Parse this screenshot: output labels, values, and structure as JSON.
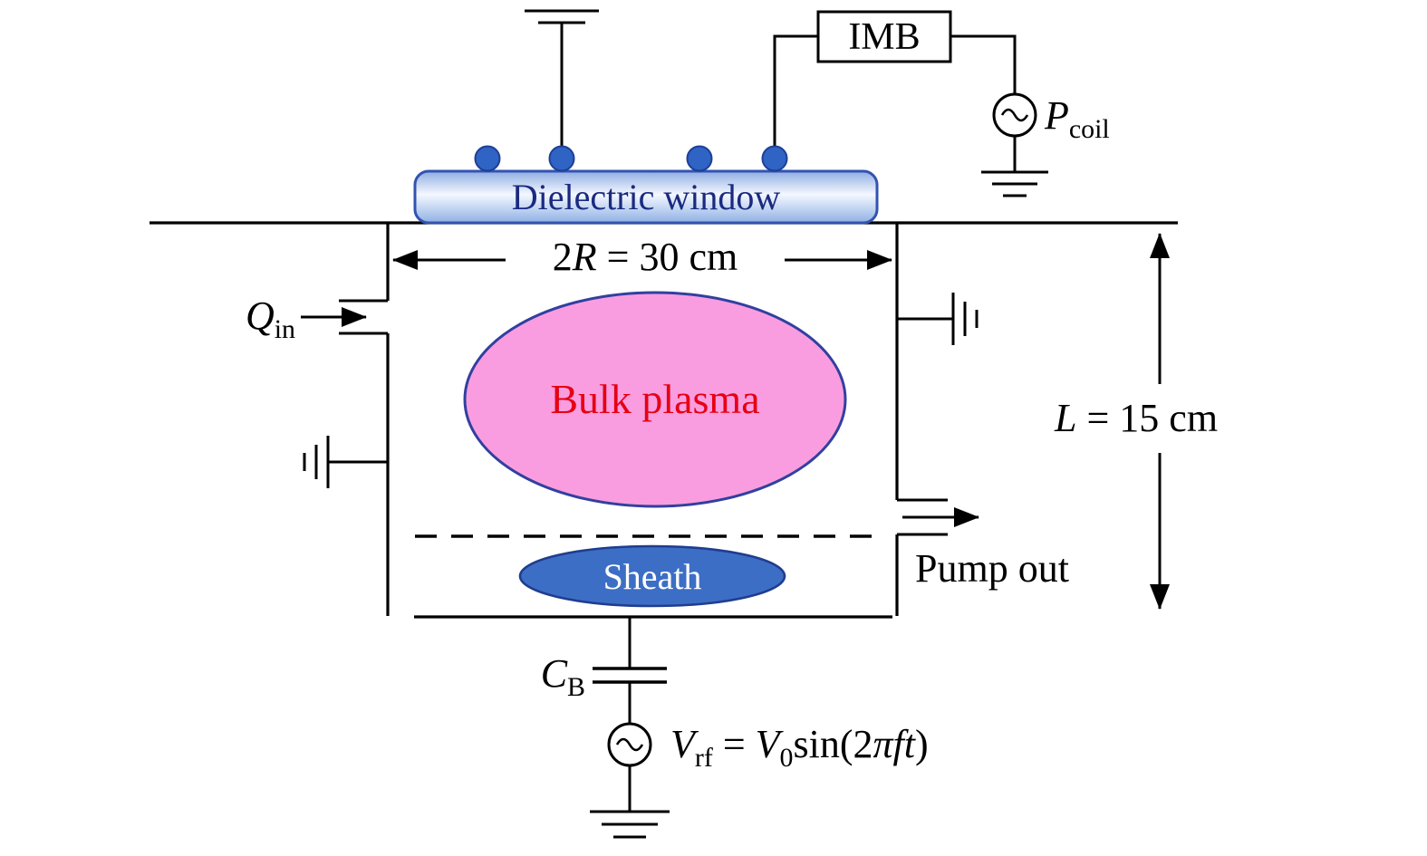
{
  "colors": {
    "wire": "#000000",
    "coil_dot_fill": "#2f63c4",
    "coil_dot_stroke": "#1d3f96",
    "window_border": "#3353b0",
    "window_grad_top": "#8fade2",
    "window_grad_light": "#f4f8ff",
    "window_grad_bottom": "#8fb0e4",
    "window_text": "#1b2a80",
    "plasma_fill": "#f99de0",
    "plasma_stroke": "#31409f",
    "plasma_text": "#e60014",
    "sheath_fill": "#3d6ec5",
    "sheath_stroke": "#1f3d8f",
    "sheath_text": "#ffffff"
  },
  "labels": {
    "dielectric_window": "Dielectric window",
    "imb": "IMB",
    "p_coil": {
      "base": "P",
      "sub": "coil"
    },
    "dim_width": {
      "pre": "2",
      "var": "R",
      "rest": " = 30 cm"
    },
    "q_in": {
      "base": "Q",
      "sub": "in"
    },
    "bulk_plasma": "Bulk plasma",
    "sheath": "Sheath",
    "pump_out": "Pump out",
    "dim_height": {
      "var": "L",
      "rest": " = 15 cm"
    },
    "c_b": {
      "base": "C",
      "sub": "B"
    },
    "v_rf": {
      "v1": "V",
      "sub1": "rf",
      "eq": " = ",
      "v2": "V",
      "sub2": "0",
      "sin": "sin(2",
      "pift": "πft",
      "close": ")"
    }
  }
}
